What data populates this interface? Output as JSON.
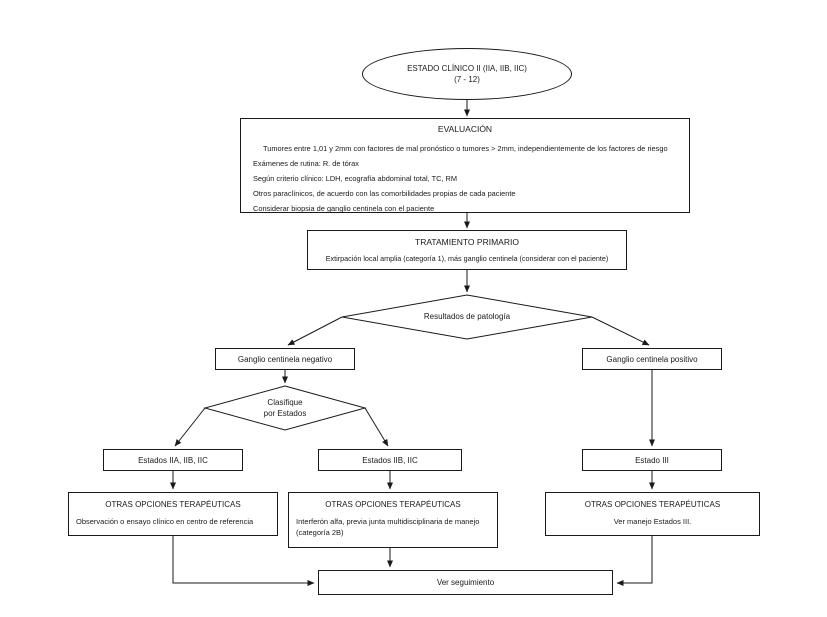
{
  "nodes": {
    "start": {
      "line1": "ESTADO CLÍNICO II (IIA, IIB, IIC)",
      "line2": "(7 - 12)"
    },
    "evaluacion": {
      "title": "EVALUACIÓN",
      "items": [
        "Tumores entre 1,01 y 2mm con factores de mal pronóstico o tumores > 2mm, independientemente de los factores de riesgo",
        "Exámenes de rutina: R. de tórax",
        "Según criterio clínico: LDH, ecografía abdominal total, TC, RM",
        "Otros paraclínicos, de acuerdo con las comorbilidades propias de cada paciente",
        "Considerar biopsia de ganglio centinela con el paciente"
      ]
    },
    "tratamiento": {
      "title": "TRATAMIENTO PRIMARIO",
      "body": "Extirpación local amplia (categoría 1), más ganglio centinela (considerar con el paciente)"
    },
    "resultados": {
      "label": "Resultados de patología"
    },
    "negativo": {
      "label": "Ganglio centinela negativo"
    },
    "positivo": {
      "label": "Ganglio centinela positivo"
    },
    "clasifique": {
      "line1": "Clasifique",
      "line2": "por Estados"
    },
    "estados_a": {
      "label": "Estados IIA, IIB, IIC"
    },
    "estados_b": {
      "label": "Estados IIB, IIC"
    },
    "estado_iii": {
      "label": "Estado III"
    },
    "otras_a": {
      "title": "OTRAS OPCIONES TERAPÉUTICAS",
      "body": "Observación o ensayo clínico en centro de referencia"
    },
    "otras_b": {
      "title": "OTRAS OPCIONES TERAPÉUTICAS",
      "body": "Interferón alfa, previa junta multidisciplinaria de manejo (categoría 2B)"
    },
    "otras_c": {
      "title": "OTRAS OPCIONES TERAPÉUTICAS",
      "body": "Ver manejo Estados III."
    },
    "seguimiento": {
      "label": "Ver seguimiento"
    }
  }
}
